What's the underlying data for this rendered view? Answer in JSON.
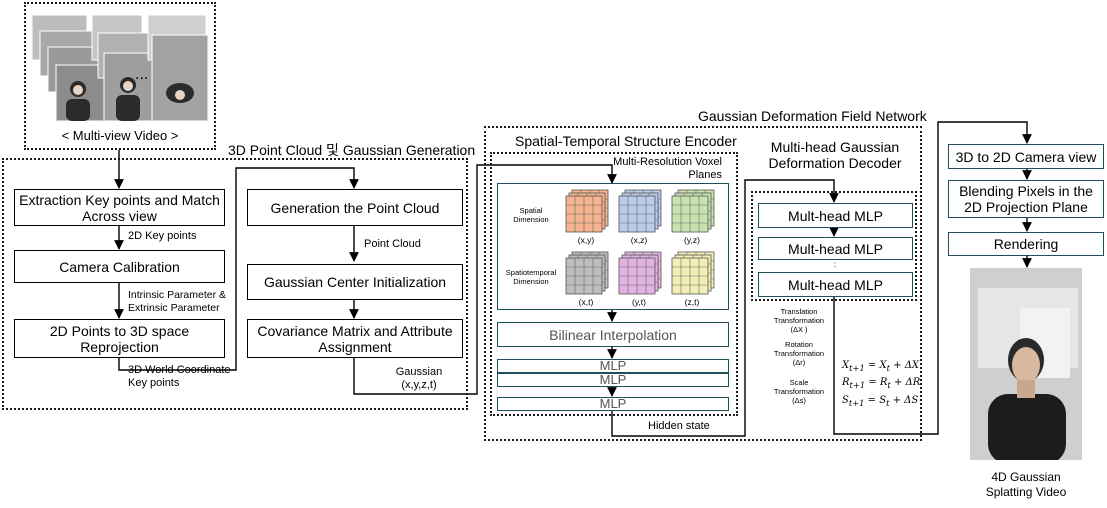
{
  "video": {
    "caption": "< Multi-view Video >",
    "ellipsis": "..."
  },
  "group1": {
    "title": "3D Point Cloud 및 Gaussian Generation",
    "col1": {
      "extract": "Extraction Key points and Match Across view",
      "keypoints_label": "2D Key points",
      "calib": "Camera Calibration",
      "params_label": "Intrinsic Parameter & Extrinsic Parameter",
      "reproj": "2D Points to 3D space Reprojection",
      "world_label": "3D World Coordinate Key points"
    },
    "col2": {
      "gen": "Generation the Point Cloud",
      "pc_label": "Point Cloud",
      "init": "Gaussian Center Initialization",
      "cov": "Covariance Matrix and Attribute Assignment",
      "gauss_label": "Gaussian (x,y,z,t)"
    }
  },
  "network": {
    "title": "Gaussian Deformation Field Network",
    "encoder": {
      "title": "Spatial-Temporal Structure Encoder",
      "planes_title": "Multi-Resolution Voxel Planes",
      "spatial_label": "Spatial Dimension",
      "spatiotemporal_label": "Spatiotemporal Dimension",
      "spatial_planes": [
        {
          "label": "(x,y)",
          "color": "#f5b48d"
        },
        {
          "label": "(x,z)",
          "color": "#b9cdea"
        },
        {
          "label": "(y,z)",
          "color": "#c9e3b0"
        }
      ],
      "temporal_planes": [
        {
          "label": "(x,t)",
          "color": "#bdbdbd"
        },
        {
          "label": "(y,t)",
          "color": "#e2b3e0"
        },
        {
          "label": "(z,t)",
          "color": "#f3f0b6"
        }
      ],
      "bilinear": "Bilinear Interpolation",
      "mlp": "MLP",
      "hidden_label": "Hidden state"
    },
    "decoder": {
      "title": "Multi-head Gaussian Deformation Decoder",
      "head": "Mult-head MLP",
      "vdots": "⋮",
      "transforms": [
        {
          "name": "Translation Transformation",
          "sym": "(ΔX )",
          "eq": "X_{t+1} = X_t + ΔX"
        },
        {
          "name": "Rotation Transformation",
          "sym": "(Δr)",
          "eq": "R_{t+1} = R_t + ΔR"
        },
        {
          "name": "Scale Transformation",
          "sym": "(Δs)",
          "eq": "S_{t+1} = S_t + ΔS"
        }
      ]
    }
  },
  "render": {
    "step1": "3D to 2D Camera view",
    "step2": "Blending Pixels in the 2D Projection Plane",
    "step3": "Rendering",
    "caption": "4D Gaussian Splatting Video"
  }
}
